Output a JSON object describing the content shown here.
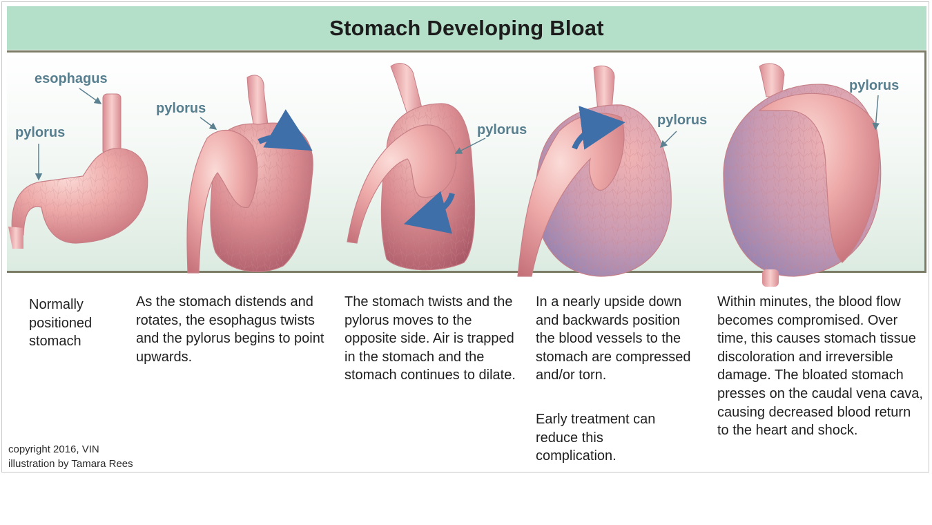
{
  "title": "Stomach Developing Bloat",
  "labels": {
    "esophagus": "esophagus",
    "pylorus": "pylorus"
  },
  "captions": [
    "Normally positioned stomach",
    "As the stomach distends and rotates, the esophagus twists and the pylorus begins to point upwards.",
    "The stomach twists and the pylorus moves to the opposite side. Air is trapped in the stomach and the stomach continues to dilate.",
    "In a nearly upside down and backwards position the blood vessels to the stomach are compressed and/or torn.",
    "Within minutes, the blood flow becomes compromised. Over time, this causes stomach tissue discoloration and irreversible damage. The bloated stomach presses on the caudal vena cava, causing decreased blood return to the heart and shock."
  ],
  "caption_extra": "Early treatment can reduce this complication.",
  "credit": {
    "copyright": "copyright 2016, VIN",
    "illustrator": "illustration by Tamara Rees"
  },
  "colors": {
    "title_band": "#b4dfc8",
    "label_text": "#577e8e",
    "arrow": "#3f6fa8",
    "tissue": "#e9a3a3",
    "frame": "#7c7c66"
  }
}
